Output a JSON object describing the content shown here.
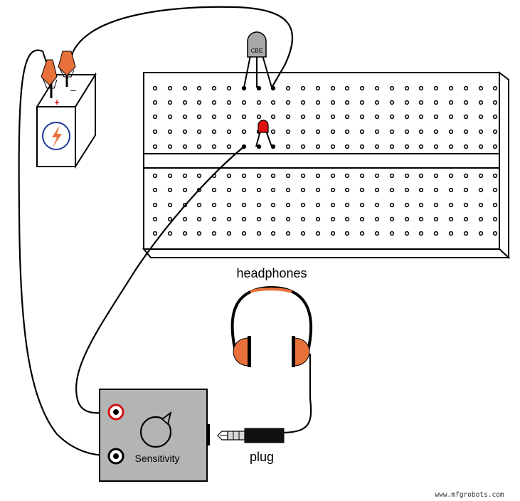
{
  "labels": {
    "headphones": "headphones",
    "plug": "plug",
    "sensitivity": "Sensitivity",
    "transistor_pins": "CBE",
    "battery_plus": "+",
    "battery_minus": "–",
    "watermark": "www.mfgrobots.com"
  },
  "colors": {
    "wire": "#000000",
    "clip": "#e8703a",
    "battery_icon_ring": "#1f3a9e",
    "battery_icon_bolt": "#e8703a",
    "plus_sign": "#d01010",
    "breadboard": "#ffffff",
    "transistor_body": "#a8a8a8",
    "led": "#e01010",
    "detector_box": "#b4b4b4",
    "red_jack": "#d01010",
    "headphone_accent": "#e8703a"
  },
  "icons": {
    "battery": "battery-icon",
    "lightning": "lightning-bolt-icon",
    "transistor": "transistor-icon",
    "led": "led-icon",
    "knob": "sensitivity-knob-icon",
    "headphones": "headphones-icon",
    "plug": "audio-plug-icon"
  }
}
